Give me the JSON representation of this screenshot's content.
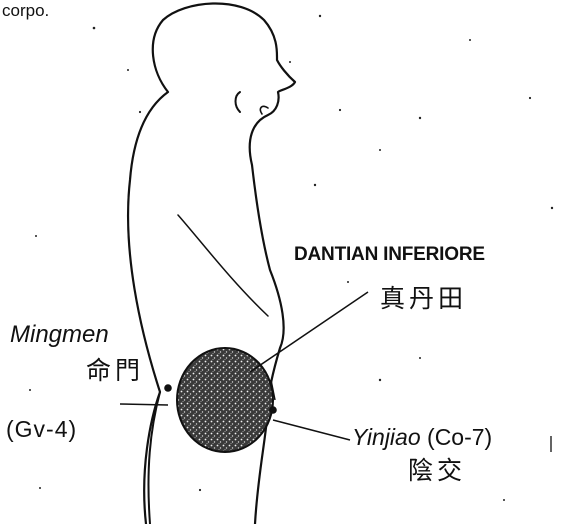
{
  "caption_fragment": "corpo.",
  "labels": {
    "dantian": "DANTIAN INFERIORE",
    "dantian_cn": "真丹田",
    "mingmen_name": "Mingmen",
    "mingmen_cn": "命門",
    "mingmen_code": "(Gv-4)",
    "yinjiao_name": "Yinjiao",
    "yinjiao_code": "(Co-7)",
    "yinjiao_cn": "陰交"
  },
  "icons": {
    "body": "human-profile-outline-icon",
    "dantian": "stippled-sphere-icon",
    "point": "acupoint-dot-icon"
  },
  "colors": {
    "ink": "#111111",
    "background": "#ffffff"
  }
}
